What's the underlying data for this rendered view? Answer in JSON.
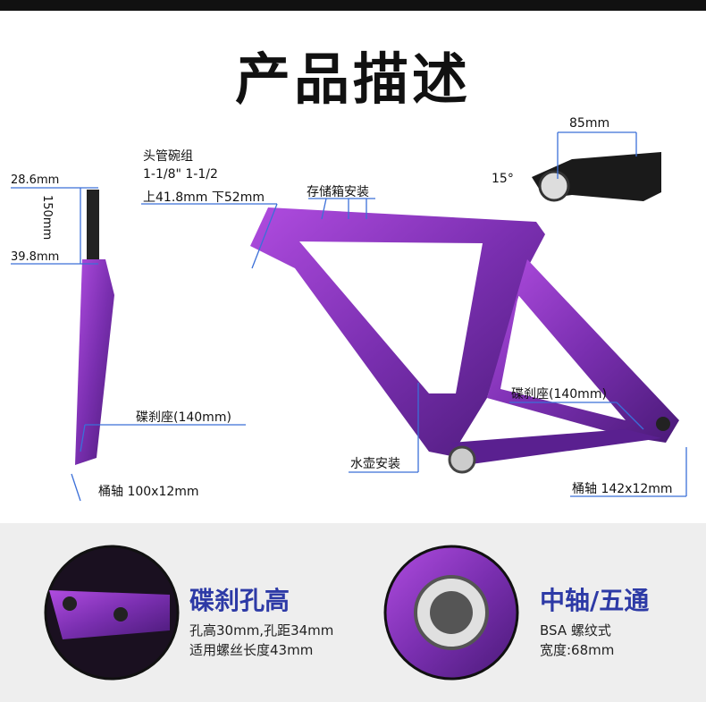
{
  "title": "产品描述",
  "fork": {
    "steerer_top": "28.6mm",
    "steerer_len": "150mm",
    "steerer_bottom": "39.8mm",
    "brake": "碟刹座(140mm)",
    "axle": "桶轴 100x12mm"
  },
  "frame": {
    "headset_title": "头管碗组",
    "headset_size": "1-1/8\" 1-1/2",
    "headset_dia": "上41.8mm 下52mm",
    "storage": "存储箱安装",
    "bottle": "水壶安装",
    "brake": "碟刹座(140mm)",
    "axle": "桶轴 142x12mm"
  },
  "stem": {
    "length": "85mm",
    "angle": "15°"
  },
  "details": [
    {
      "heading": "碟刹孔高",
      "line1": "孔高30mm,孔距34mm",
      "line2": "适用螺丝长度43mm"
    },
    {
      "heading": "中轴/五通",
      "line1": "BSA 螺纹式",
      "line2": "宽度:68mm"
    }
  ],
  "colors": {
    "accent": "#2d3aa6",
    "frame": "#7a2fb0",
    "leader": "#3b6fd8"
  }
}
